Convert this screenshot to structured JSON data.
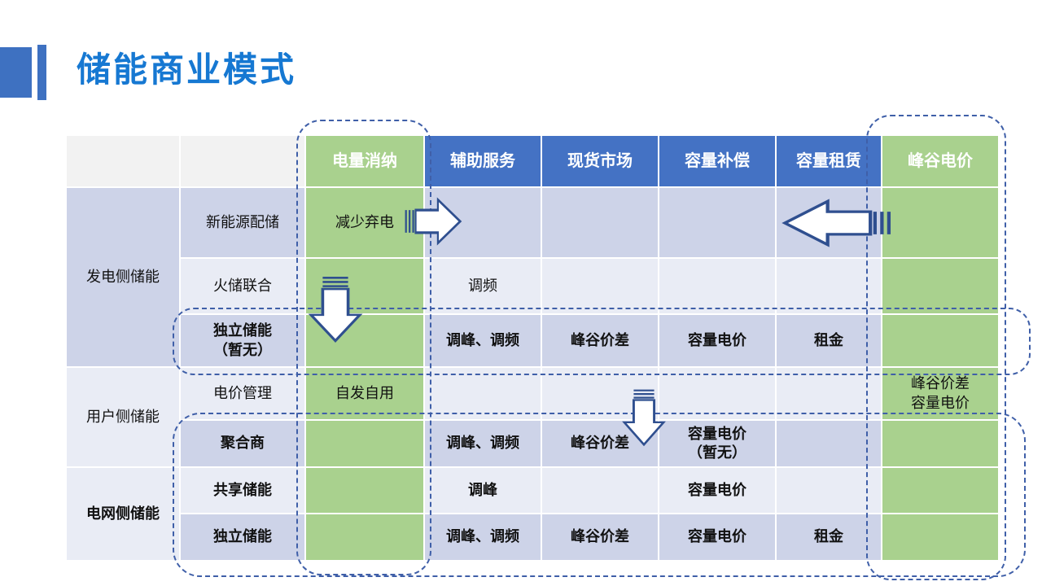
{
  "title": "储能商业模式",
  "table": {
    "headers": [
      "电量消纳",
      "辅助服务",
      "现货市场",
      "容量补偿",
      "容量租赁",
      "峰谷电价"
    ],
    "groups": [
      {
        "label": "发电侧储能"
      },
      {
        "label": "用户侧储能"
      },
      {
        "label": "电网侧储能"
      }
    ],
    "rows": [
      {
        "category": "新能源配储",
        "cells": [
          "减少弃电",
          "",
          "",
          "",
          "",
          ""
        ]
      },
      {
        "category": "火储联合",
        "cells": [
          "",
          "调频",
          "",
          "",
          "",
          ""
        ]
      },
      {
        "category": "独立储能\n（暂无）",
        "cells": [
          "",
          "调峰、调频",
          "峰谷价差",
          "容量电价",
          "租金",
          ""
        ]
      },
      {
        "category": "电价管理",
        "cells": [
          "自发自用",
          "",
          "",
          "",
          "",
          "峰谷价差\n容量电价"
        ]
      },
      {
        "category": "聚合商",
        "cells": [
          "",
          "调峰、调频",
          "峰谷价差",
          "容量电价\n（暂无）",
          "",
          ""
        ]
      },
      {
        "category": "共享储能",
        "cells": [
          "",
          "调峰",
          "",
          "容量电价",
          "",
          ""
        ]
      },
      {
        "category": "独立储能",
        "cells": [
          "",
          "调峰、调频",
          "峰谷价差",
          "容量电价",
          "租金",
          ""
        ]
      }
    ]
  },
  "icons": {
    "arrow-right-icon": "striped block arrow pointing right",
    "arrow-left-icon": "striped block arrow pointing left",
    "arrow-down-icon": "striped block arrow pointing down"
  },
  "colors": {
    "title": "#1678d2",
    "accent": "#3e71c1",
    "header_blue": "#4472c4",
    "highlight_green": "#a9d18e",
    "row_dark": "#cdd3e8",
    "row_light": "#e9ecf5",
    "header_gray": "#f2f2f2",
    "dashed_outline": "#3f5fa8"
  }
}
